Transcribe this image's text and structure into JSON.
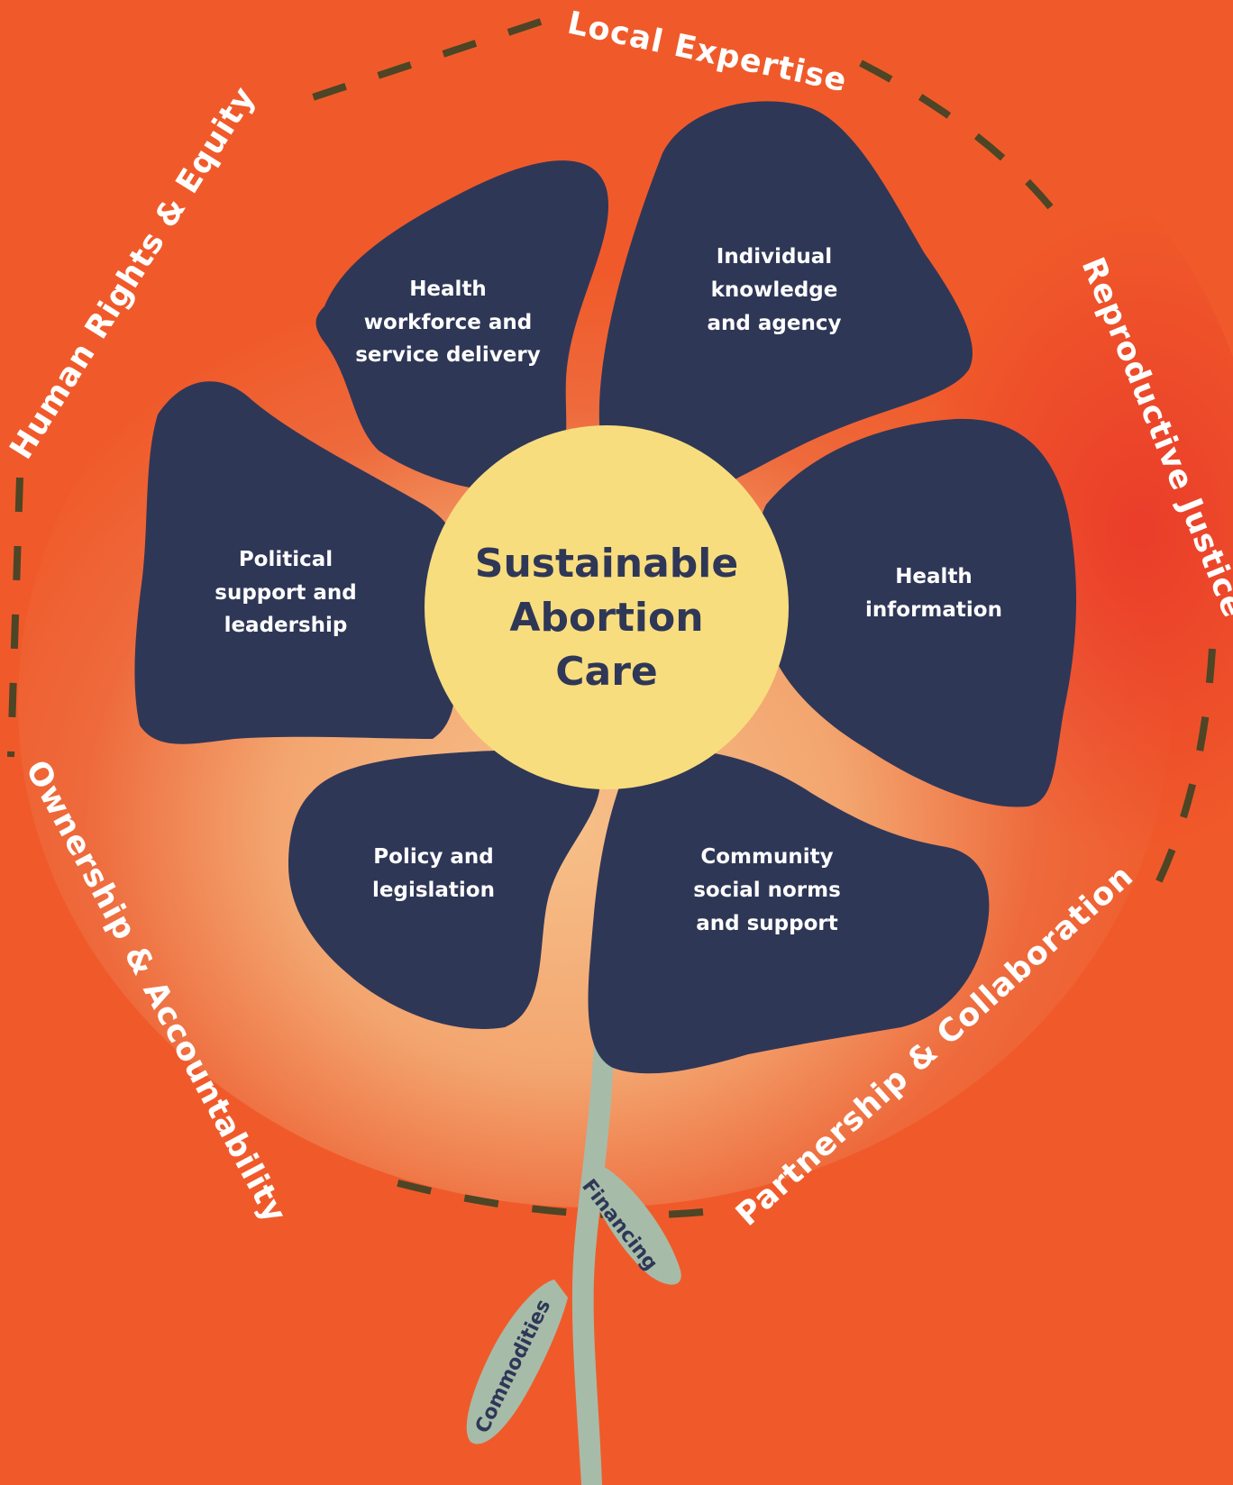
{
  "center": {
    "line1": "Sustainable",
    "line2": "Abortion",
    "line3": "Care"
  },
  "petals": {
    "health_workforce": [
      "Health",
      "workforce and",
      "service delivery"
    ],
    "individual_knowledge": [
      "Individual",
      "knowledge",
      "and agency"
    ],
    "political_support": [
      "Political",
      "support and",
      "leadership"
    ],
    "health_information": [
      "Health",
      "information"
    ],
    "policy_legislation": [
      "Policy and",
      "legislation"
    ],
    "community_norms": [
      "Community",
      "social norms",
      "and support"
    ]
  },
  "ring_labels": {
    "local_expertise": "Local Expertise",
    "reproductive_justice": "Reproductive Justice",
    "partnership": "Partnership & Collaboration",
    "ownership": "Ownership & Accountability",
    "human_rights": "Human Rights & Equity"
  },
  "leaves": {
    "financing": "Financing",
    "commodities": "Commodities"
  },
  "colors": {
    "background": "#f05a2a",
    "glow": "#f7c08a",
    "petal": "#2f3757",
    "center": "#f8dd7e",
    "stem": "#a6bca8",
    "dashes": "#4d4525"
  }
}
